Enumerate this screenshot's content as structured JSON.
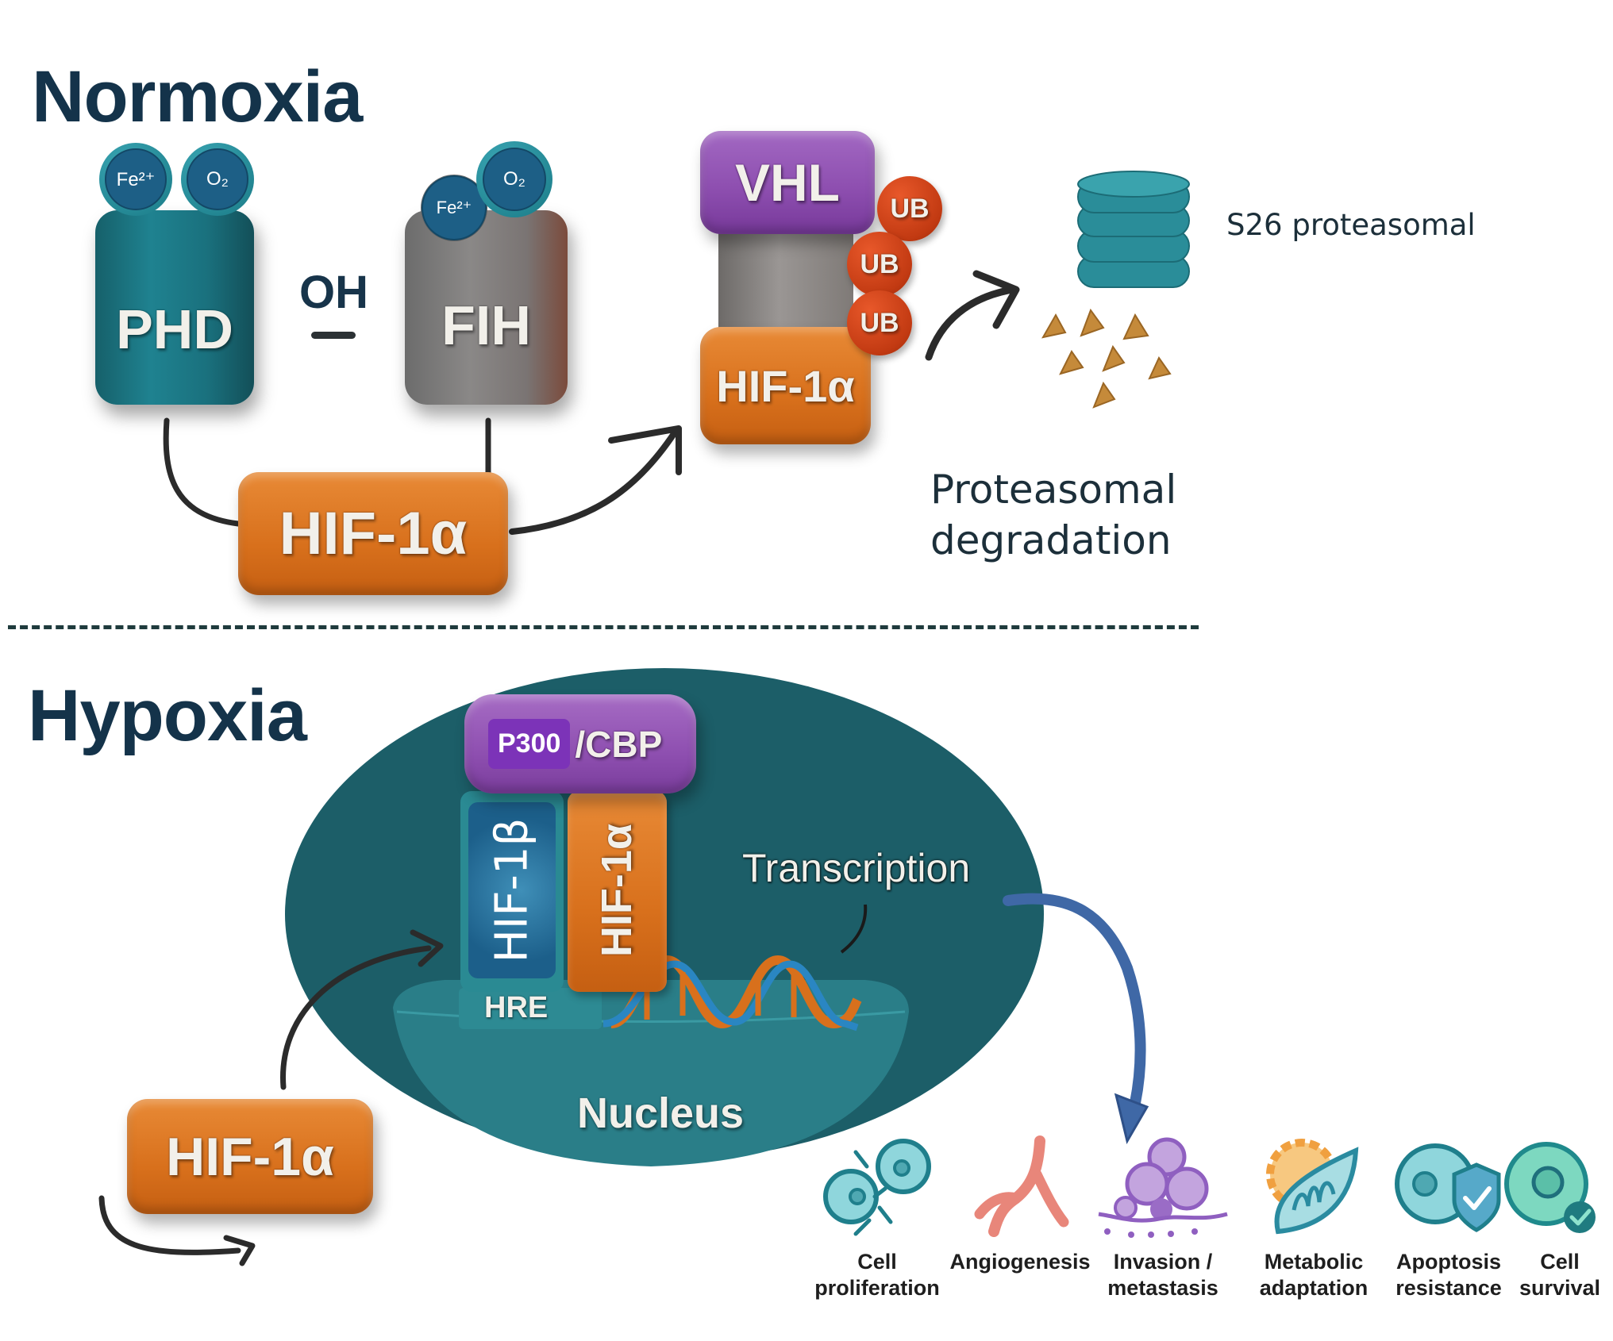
{
  "normoxia": {
    "title": "Normoxia",
    "phd": {
      "label": "PHD",
      "cofactors": [
        "Fe²⁺",
        "O₂"
      ]
    },
    "hydroxyl": "OH",
    "fih": {
      "label": "FIH",
      "cofactors": [
        "Fe²⁺",
        "O₂"
      ]
    },
    "hif_substrate": "HIF-1α",
    "vhl_complex": {
      "vhl_label": "VHL",
      "hif_label": "HIF-1α",
      "ubiquitin_tags": [
        "UB",
        "UB",
        "UB"
      ]
    },
    "proteasome_label": "S26 proteasomal",
    "outcome_label_line1": "Proteasomal",
    "outcome_label_line2": "degradation"
  },
  "hypoxia": {
    "title": "Hypoxia",
    "coactivator": {
      "p300": "P300",
      "cbp": "/CBP"
    },
    "hif_beta": "HIF-1β",
    "hif_alpha_bound": "HIF-1α",
    "hre": "HRE",
    "transcription": "Transcription",
    "nucleus": "Nucleus",
    "hif_cytoplasmic": "HIF-1α"
  },
  "outcomes": [
    {
      "icon": "cell-proliferation-icon",
      "label": "Cell\nproliferation"
    },
    {
      "icon": "angiogenesis-icon",
      "label": "Angiogenesis"
    },
    {
      "icon": "invasion-metastasis-icon",
      "label": "Invasion /\nmetastasis"
    },
    {
      "icon": "metabolic-adaptation-icon",
      "label": "Metabolic\nadaptation"
    },
    {
      "icon": "apoptosis-resistance-icon",
      "label": "Apoptosis\nresistance"
    },
    {
      "icon": "cell-survival-icon",
      "label": "Cell\nsurvival"
    }
  ],
  "colors": {
    "teal": "#1e7b86",
    "nucleus_teal": "#1c5e68",
    "orange": "#d8701c",
    "purple": "#8e4fb0",
    "gray": "#7f7f7f",
    "ubiquitin_red": "#c23a12",
    "title_navy": "#14334a",
    "arrow_blue": "#3f68a6"
  }
}
